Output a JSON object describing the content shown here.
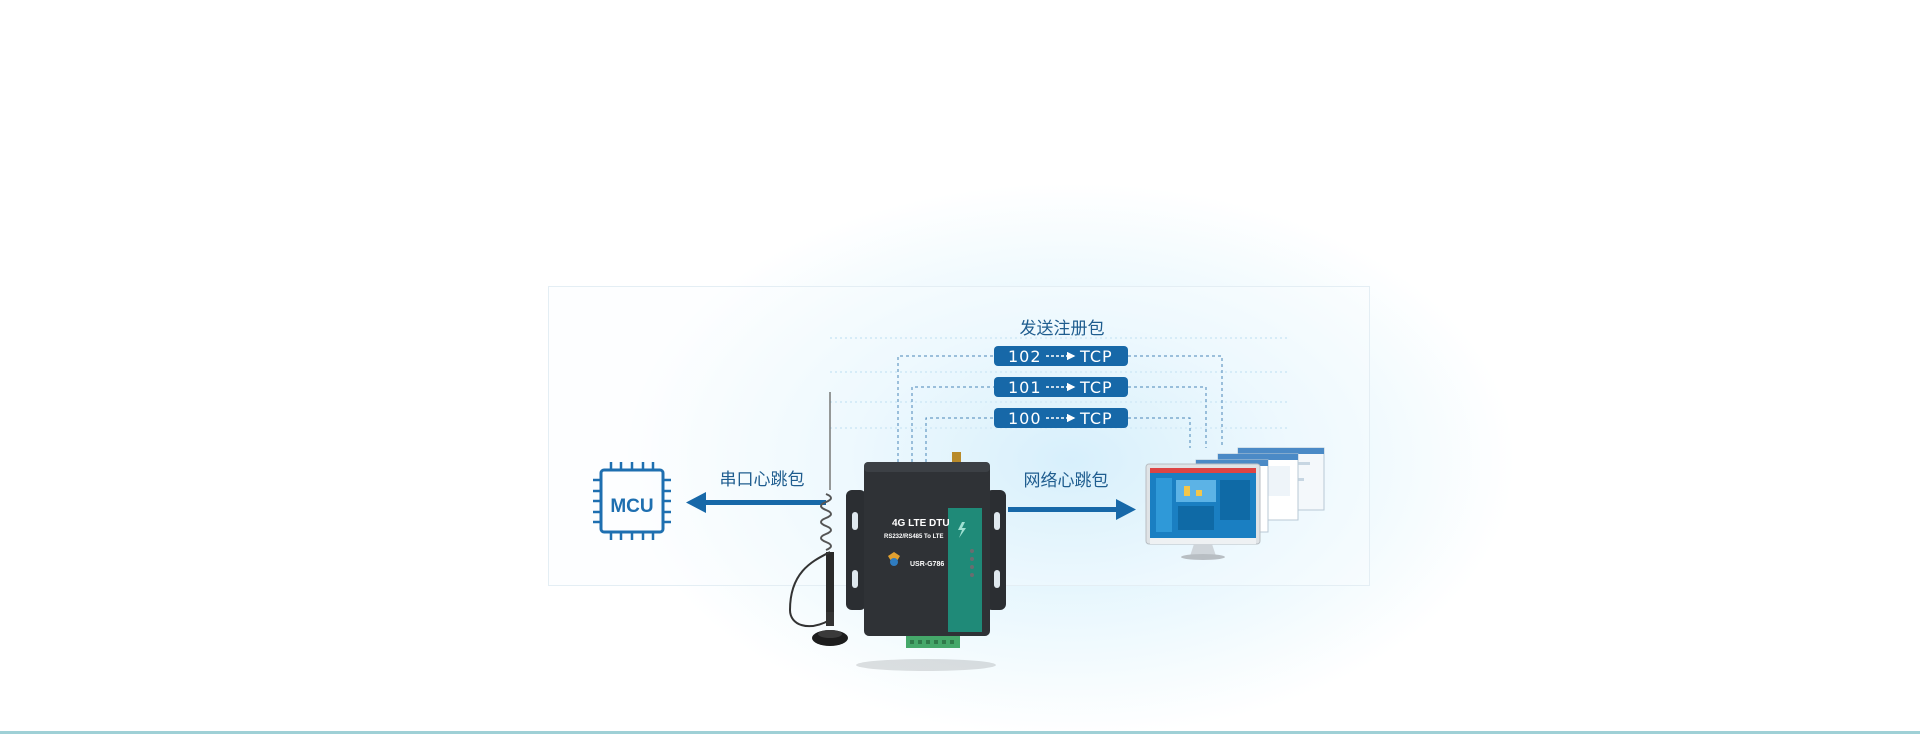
{
  "labels": {
    "register_packet": "发送注册包",
    "serial_heartbeat": "串口心跳包",
    "network_heartbeat": "网络心跳包"
  },
  "tcp_channels": [
    {
      "id": "102",
      "proto": "TCP"
    },
    {
      "id": "101",
      "proto": "TCP"
    },
    {
      "id": "100",
      "proto": "TCP"
    }
  ],
  "mcu": {
    "label": "MCU"
  },
  "device": {
    "title": "4G LTE DTU",
    "subtitle": "RS232/RS485 To LTE",
    "model": "USR-G786"
  },
  "colors": {
    "primary": "#1768a8",
    "label": "#1f5d8f",
    "device_body": "#2f3236",
    "device_panel": "#1f8a78"
  },
  "icons": [
    "mcu-chip-icon",
    "antenna-icon",
    "monitor-icon",
    "arrow-left-icon",
    "arrow-right-icon"
  ]
}
